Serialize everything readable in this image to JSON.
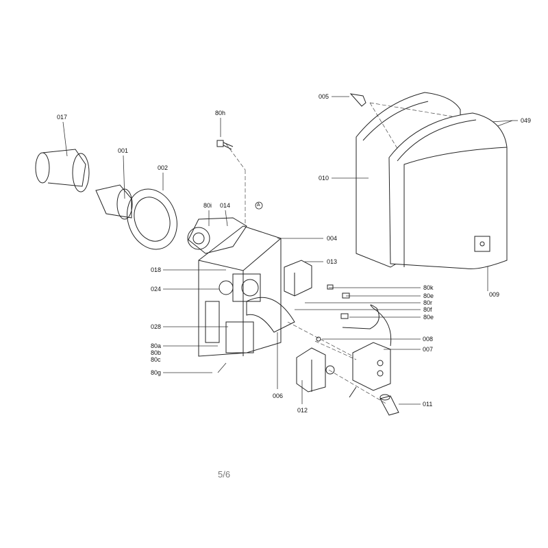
{
  "diagram": {
    "labels": {
      "p017": "017",
      "p001": "001",
      "p002": "002",
      "p80h": "80h",
      "p80i": "80i",
      "p014": "014",
      "pA": "A",
      "p004": "004",
      "p018": "018",
      "p024": "024",
      "p013": "013",
      "p80k": "80k",
      "p80e1": "80e",
      "p80r": "80r",
      "p80f": "80f",
      "p80e2": "80e",
      "p028": "028",
      "p80a": "80a",
      "p80b": "80b",
      "p80c": "80c",
      "p80g": "80g",
      "p006": "006",
      "p012": "012",
      "p008": "008",
      "p007": "007",
      "p011": "011",
      "p005": "005",
      "p049": "049",
      "p010": "010",
      "p009": "009"
    },
    "page_indicator": "5/6"
  }
}
